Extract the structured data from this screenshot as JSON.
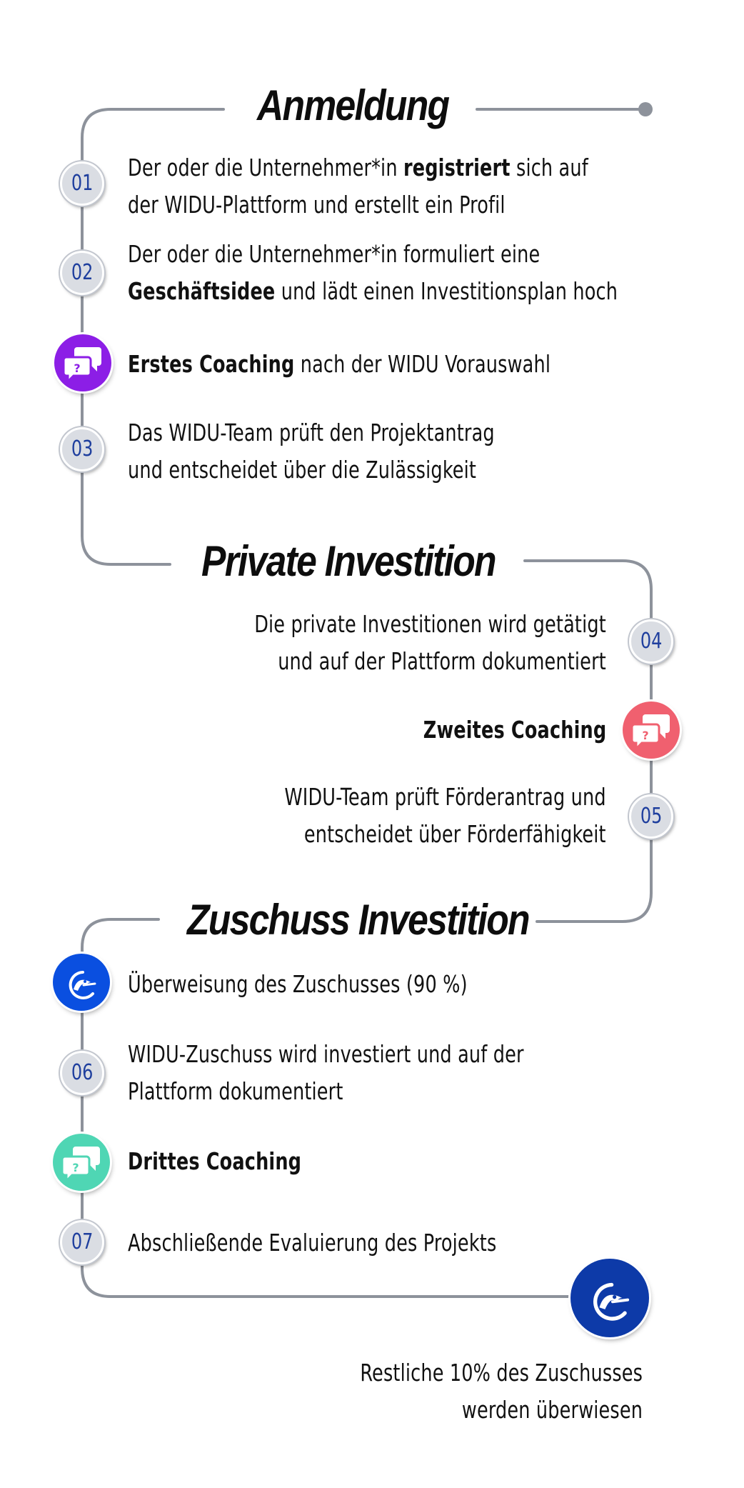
{
  "colors": {
    "line": "#8d929b",
    "number_text": "#1f3f9e",
    "coaching_1": "#8c1ee6",
    "coaching_2": "#f0606f",
    "coaching_3": "#4fd6b4",
    "payment": "#0a4fe0",
    "payment_final": "#0d3aa8"
  },
  "sections": [
    {
      "title": "Anmeldung",
      "steps": [
        {
          "kind": "number",
          "marker": "01",
          "lines": [
            [
              {
                "t": "Der oder die Unternehmer*in "
              },
              {
                "t": "registriert",
                "b": true
              },
              {
                "t": " sich auf"
              }
            ],
            [
              {
                "t": "der WIDU-Plattform und erstellt ein Profil"
              }
            ]
          ]
        },
        {
          "kind": "number",
          "marker": "02",
          "lines": [
            [
              {
                "t": "Der oder die Unternehmer*in formuliert eine"
              }
            ],
            [
              {
                "t": "Geschäftsidee",
                "b": true
              },
              {
                "t": " und lädt einen Investitionsplan hoch"
              }
            ]
          ]
        },
        {
          "kind": "coaching",
          "icon": "chat-question-icon",
          "lines": [
            [
              {
                "t": "Erstes Coaching",
                "b": true
              },
              {
                "t": " nach der WIDU Vorauswahl"
              }
            ]
          ]
        },
        {
          "kind": "number",
          "marker": "03",
          "lines": [
            [
              {
                "t": "Das WIDU-Team prüft den Projektantrag"
              }
            ],
            [
              {
                "t": "und entscheidet über die Zulässigkeit"
              }
            ]
          ]
        }
      ]
    },
    {
      "title": "Private Investition",
      "steps": [
        {
          "kind": "number",
          "marker": "04",
          "lines": [
            [
              {
                "t": "Die private Investitionen wird getätigt"
              }
            ],
            [
              {
                "t": "und auf der Plattform dokumentiert"
              }
            ]
          ]
        },
        {
          "kind": "coaching",
          "icon": "chat-question-icon",
          "lines": [
            [
              {
                "t": "Zweites Coaching",
                "b": true
              }
            ]
          ]
        },
        {
          "kind": "number",
          "marker": "05",
          "lines": [
            [
              {
                "t": "WIDU-Team prüft Förderantrag und"
              }
            ],
            [
              {
                "t": "entscheidet über Förderfähigkeit"
              }
            ]
          ]
        }
      ]
    },
    {
      "title": "Zuschuss Investition",
      "steps": [
        {
          "kind": "payment",
          "icon": "widu-bird-icon",
          "lines": [
            [
              {
                "t": "Überweisung des Zuschusses (90 %)"
              }
            ]
          ]
        },
        {
          "kind": "number",
          "marker": "06",
          "lines": [
            [
              {
                "t": "WIDU-Zuschuss wird investiert und auf der"
              }
            ],
            [
              {
                "t": "Plattform dokumentiert"
              }
            ]
          ]
        },
        {
          "kind": "coaching",
          "icon": "chat-question-icon",
          "lines": [
            [
              {
                "t": "Drittes Coaching",
                "b": true
              }
            ]
          ]
        },
        {
          "kind": "number",
          "marker": "07",
          "lines": [
            [
              {
                "t": "Abschließende Evaluierung des Projekts"
              }
            ]
          ]
        }
      ]
    }
  ],
  "final": {
    "icon": "widu-bird-icon",
    "lines": [
      [
        {
          "t": "Restliche 10% des Zuschusses"
        }
      ],
      [
        {
          "t": "werden überwiesen"
        }
      ]
    ]
  }
}
